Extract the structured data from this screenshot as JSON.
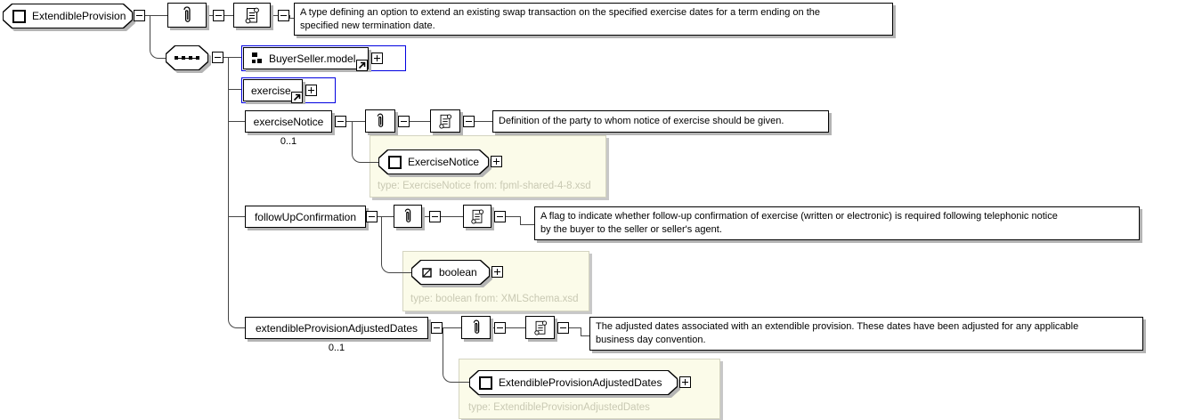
{
  "diagram_title": "ExtendibleProvision schema diagram",
  "root": {
    "label": "ExtendibleProvision",
    "documentation": "A type defining an option to extend an existing swap transaction on the specified exercise dates for a term ending on the\nspecified new termination date."
  },
  "compositor": "sequence",
  "children": {
    "buyer_seller": {
      "label": "BuyerSeller.model"
    },
    "exercise": {
      "label": "exercise"
    },
    "exercise_notice": {
      "label": "exerciseNotice",
      "cardinality": "0..1",
      "documentation": "Definition of the party to whom notice of exercise should be given.",
      "type_ref": {
        "label": "ExerciseNotice",
        "note": "type: ExerciseNotice from: fpml-shared-4-8.xsd"
      }
    },
    "follow_up_confirmation": {
      "label": "followUpConfirmation",
      "documentation": "A flag to indicate whether follow-up confirmation of exercise (written or electronic) is required following telephonic notice\nby the buyer to the seller or seller's agent.",
      "type_ref": {
        "label": "boolean",
        "note": "type: boolean from: XMLSchema.xsd"
      }
    },
    "extendible_provision_adjusted_dates": {
      "label": "extendibleProvisionAdjustedDates",
      "cardinality": "0..1",
      "documentation": "The adjusted dates associated with an extendible provision. These dates have been adjusted for any applicable\nbusiness day convention.",
      "type_ref": {
        "label": "ExtendibleProvisionAdjustedDates",
        "note": "type: ExtendibleProvisionAdjustedDates"
      }
    }
  },
  "icons": {
    "complex_type": "square-outline-icon",
    "simple_type": "square-diagonal-icon",
    "model_group": "black-squares-icon",
    "annotation": "paperclip-icon",
    "documentation": "scroll-icon",
    "reference_link": "northeast-arrow-icon"
  },
  "colors": {
    "reference_highlight": "#0000e0",
    "annotation_panel_bg": "#fbfbe9",
    "annotation_panel_border": "#d4d4c0",
    "type_note_text": "#c9c9b3",
    "connector": "#454545",
    "node_shadow": "#b4b4b4"
  }
}
